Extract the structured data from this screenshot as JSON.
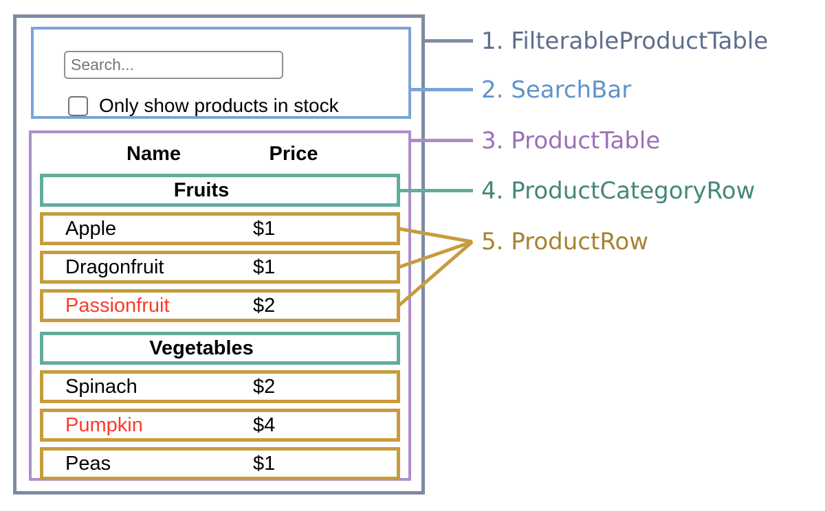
{
  "colors": {
    "slate_border": "#7d8ba3",
    "slate_text": "#5d6e8c",
    "blue_border": "#7aa4d8",
    "blue_text": "#5e92cc",
    "purple_border": "#ae8dca",
    "purple_text": "#9b6fba",
    "teal_border": "#62ab9d",
    "teal_text": "#44877b",
    "gold_border": "#c69c3d",
    "gold_text": "#a5842f",
    "out_of_stock_red": "#fb3a2d"
  },
  "search_bar": {
    "placeholder": "Search...",
    "checkbox_label": "Only show products in stock",
    "checkbox_checked": false
  },
  "table": {
    "headers": {
      "name": "Name",
      "price": "Price"
    },
    "sections": [
      {
        "category": "Fruits",
        "rows": [
          {
            "name": "Apple",
            "price": "$1",
            "stocked": true
          },
          {
            "name": "Dragonfruit",
            "price": "$1",
            "stocked": true
          },
          {
            "name": "Passionfruit",
            "price": "$2",
            "stocked": false
          }
        ]
      },
      {
        "category": "Vegetables",
        "rows": [
          {
            "name": "Spinach",
            "price": "$2",
            "stocked": true
          },
          {
            "name": "Pumpkin",
            "price": "$4",
            "stocked": false
          },
          {
            "name": "Peas",
            "price": "$1",
            "stocked": true
          }
        ]
      }
    ]
  },
  "diagram_labels": [
    {
      "text": "1. FilterableProductTable"
    },
    {
      "text": "2. SearchBar"
    },
    {
      "text": "3. ProductTable"
    },
    {
      "text": "4. ProductCategoryRow"
    },
    {
      "text": "5. ProductRow"
    }
  ]
}
